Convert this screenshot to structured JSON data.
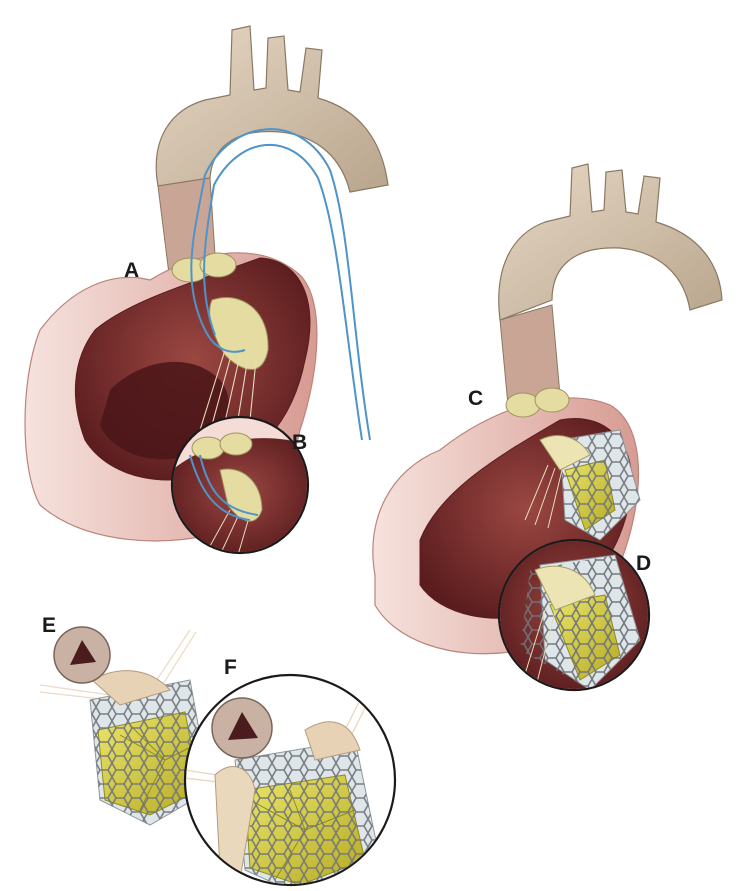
{
  "labels": {
    "a": "A",
    "b": "B",
    "c": "C",
    "d": "D",
    "e": "E",
    "f": "F"
  },
  "colors": {
    "aorta": "#d9c9b4",
    "aorta_shade": "#b8a48c",
    "myocardium": "#8a3a36",
    "myocardium_dark": "#5a1c1e",
    "epicardium": "#e9c4bd",
    "annulus": "#e4dca0",
    "chordae": "#e8dcb8",
    "guidewire": "#4f94c8",
    "valve_leaflet": "#d8cf3e",
    "stent_frame": "#6f747a",
    "skirt": "#dfe6ea"
  }
}
